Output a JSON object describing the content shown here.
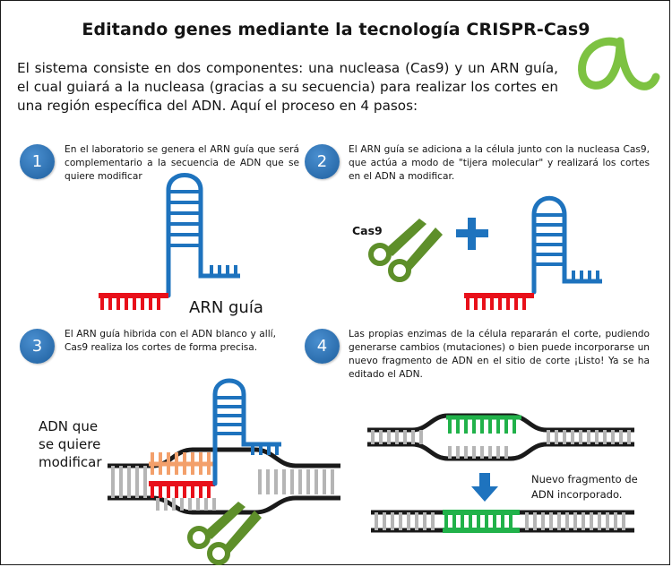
{
  "title": "Editando genes mediante la tecnología CRISPR-Cas9",
  "intro": "El sistema consiste en dos componentes: una nucleasa (Cas9) y un ARN guía, el cual guiará a la nucleasa (gracias a su secuencia) para realizar los cortes en una región específica del ADN. Aquí el proceso en 4 pasos:",
  "steps": [
    {
      "number": "1",
      "text": "En el laboratorio se genera el ARN guía que será complementario a la secuencia de ADN que se quiere modificar"
    },
    {
      "number": "2",
      "text": "El ARN guía se adiciona a la célula junto con la nucleasa Cas9, que actúa a modo de \"tijera molecular\" y realizará los cortes en el ADN a modificar."
    },
    {
      "number": "3",
      "text": "El ARN guía hibrida con el ADN blanco y allí, Cas9 realiza los cortes de forma precisa."
    },
    {
      "number": "4",
      "text": "Las propias enzimas de la célula repararán el corte, pudiendo generarse cambios (mutaciones) o bien puede incorporarse un nuevo fragmento de ADN en el sitio de corte ¡Listo! Ya se ha editado el ADN."
    }
  ],
  "labels": {
    "arn_guia": "ARN guía",
    "cas9": "Cas9",
    "adn_line1": "ADN que",
    "adn_line2": "se quiere",
    "adn_line3": "modificar",
    "nuevo_line1": "Nuevo fragmento de",
    "nuevo_line2": "ADN incorporado."
  },
  "colors": {
    "guide_rna": "#1e73be",
    "guide_tail": "#e8101a",
    "cas9": "#5e8f2a",
    "new_fragment": "#21b24a",
    "target_strand": "#f3a06b",
    "logo": "#7dc242"
  }
}
